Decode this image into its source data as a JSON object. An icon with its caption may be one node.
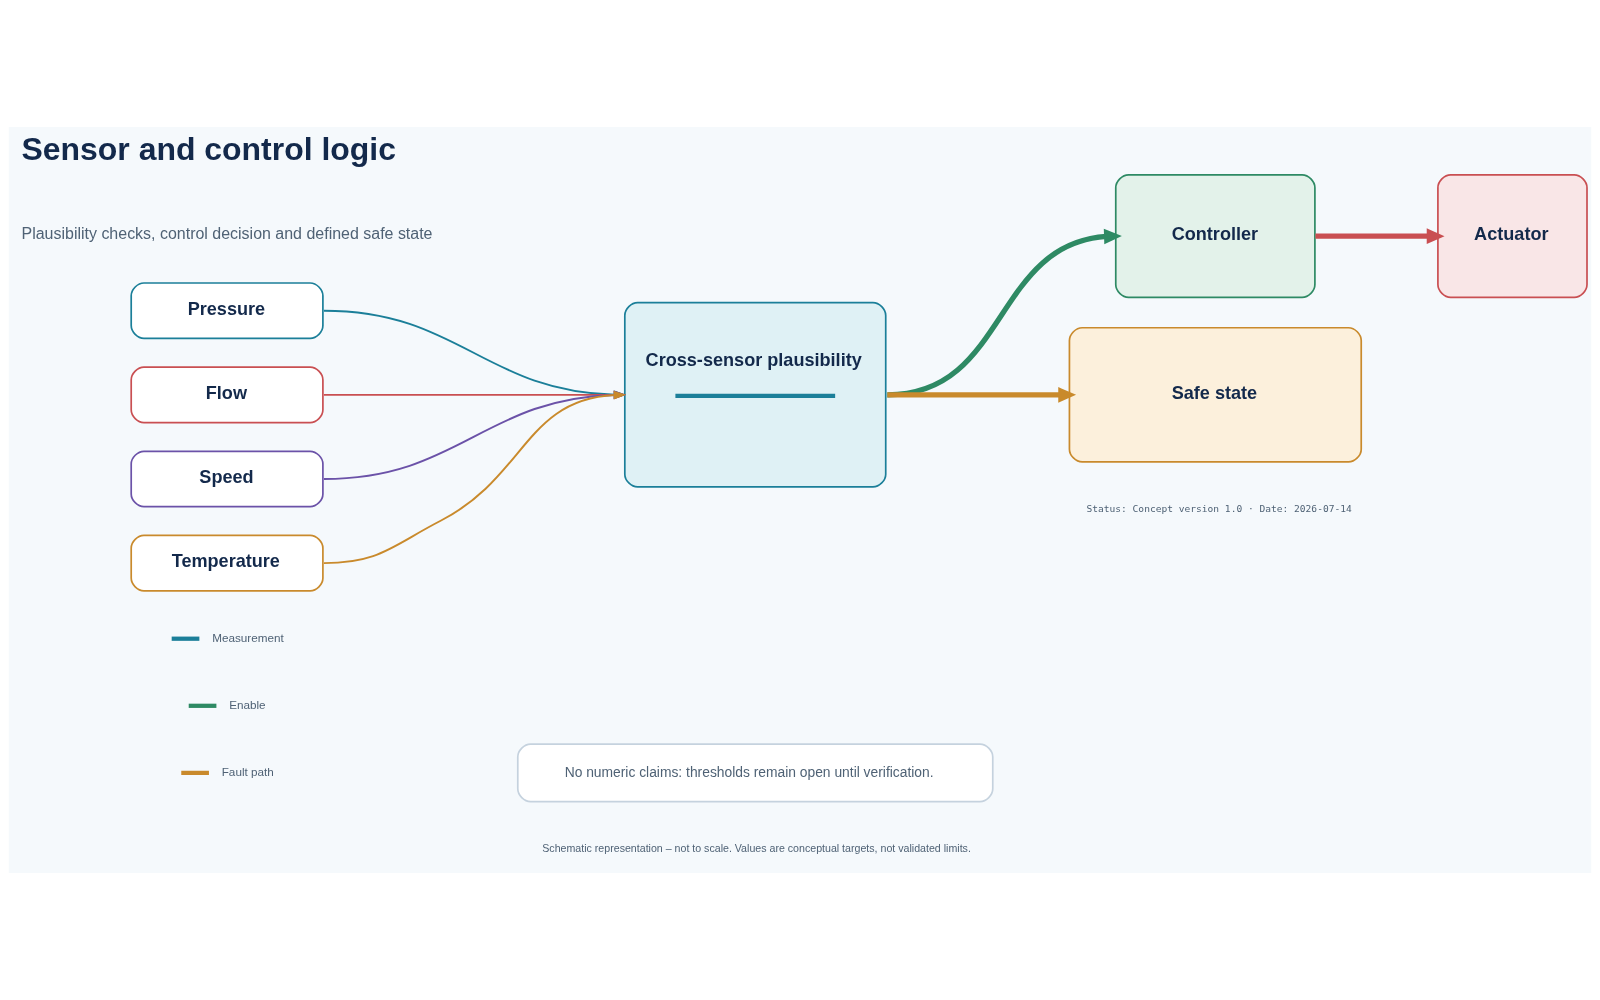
{
  "diagram": {
    "title": "Sensor and control logic",
    "nodes": [
      {
        "text": [
          "Pressure"
        ]
      },
      {
        "text": [
          "Flow"
        ]
      },
      {
        "text": [
          "Speed"
        ]
      },
      {
        "text": [
          "Temperature"
        ]
      },
      {
        "text": [
          "Cross-sensor plausibility"
        ]
      },
      {
        "text": [
          "Controller"
        ]
      },
      {
        "text": [
          "Actuator"
        ]
      },
      {
        "text": [
          "Safe state"
        ]
      },
      {
        "text": [
          "No numeric claims: thresholds remain open until verification."
        ]
      }
    ],
    "edges": [
      {
        "from": 0,
        "to": 4,
        "arrow": "to",
        "color": "#1b7f99"
      },
      {
        "from": 1,
        "to": 4,
        "arrow": "to",
        "color": "#c94f52"
      },
      {
        "from": 2,
        "to": 4,
        "arrow": "to",
        "color": "#6b52a8"
      },
      {
        "from": 3,
        "to": 4,
        "arrow": "to",
        "color": "#c98a2c"
      },
      {
        "from": 4,
        "to": 5,
        "arrow": "to",
        "style": "thick",
        "color": "#2e8a64"
      },
      {
        "from": 5,
        "to": 6,
        "arrow": "to",
        "style": "thick",
        "color": "#c94f52"
      },
      {
        "from": 4,
        "to": 7,
        "arrow": "to",
        "style": "thick",
        "color": "#c98a2c"
      }
    ],
    "labels": [
      "Plausibility checks, control decision and defined safe state",
      "Schematic representation – not to scale. Values are conceptual targets, not validated limits.",
      "Status: Concept version 1.0 · Date: 2026-07-14"
    ],
    "legend": [
      {
        "text": "Measurement"
      },
      {
        "text": "Enable"
      },
      {
        "text": "Fault path"
      }
    ]
  }
}
